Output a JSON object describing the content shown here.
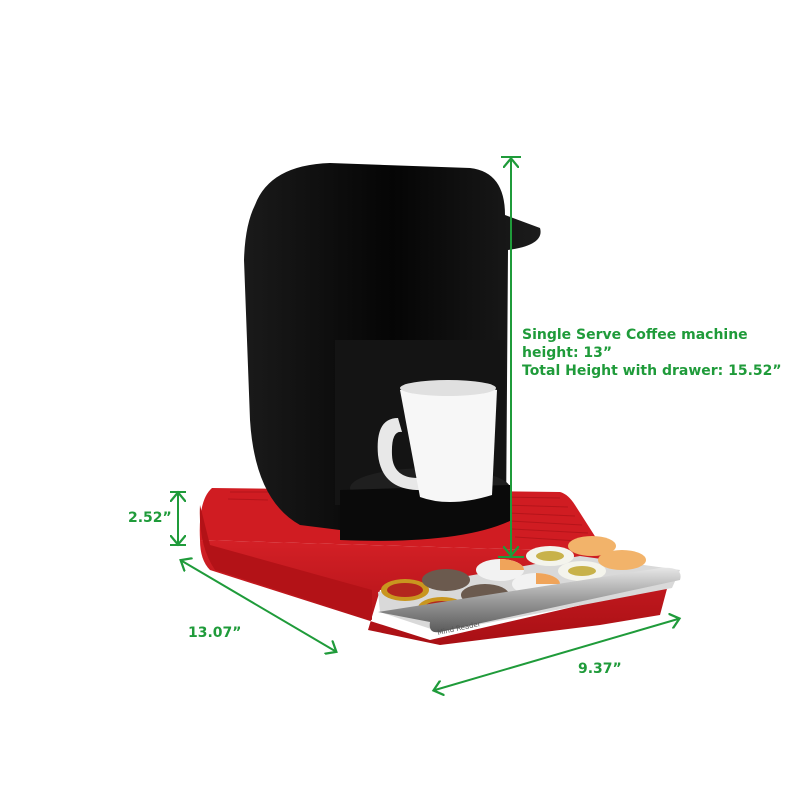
{
  "annotations": {
    "machine_height_line1": "Single Serve Coffee machine",
    "machine_height_line2": "height: 13”",
    "total_height": "Total Height with drawer: 15.52”",
    "drawer_height": "2.52”",
    "depth": "13.07”",
    "width": "9.37”"
  },
  "logo": "Mind Reader",
  "colors": {
    "dimension_green": "#1f9b3a",
    "drawer_red": "#c8161d",
    "machine_black": "#0d0d0d",
    "mug_white": "#f5f5f5"
  }
}
